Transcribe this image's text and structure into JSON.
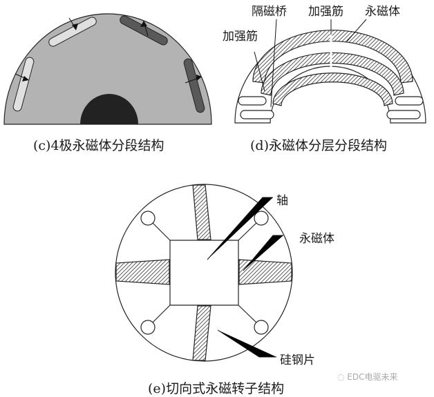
{
  "panels": {
    "c": {
      "caption": "(c)4极永磁体分段结构"
    },
    "d": {
      "caption": "(d)永磁体分层分段结构",
      "labels": {
        "bridge": "隔磁桥",
        "rib_top": "加强筋",
        "magnet": "永磁体",
        "rib_left": "加强筋"
      }
    },
    "e": {
      "caption": "(e)切向式永磁转子结构",
      "labels": {
        "shaft": "轴",
        "magnet": "永磁体",
        "steel": "硅钢片"
      }
    }
  },
  "watermark": {
    "text": "EDC电驱未来"
  },
  "colors": {
    "rotor_gray": "#b3b3b3",
    "shaft_dark": "#222222",
    "magnet_light": "#e0e0e0",
    "magnet_dark": "#595959",
    "line": "#1a1a1a"
  }
}
